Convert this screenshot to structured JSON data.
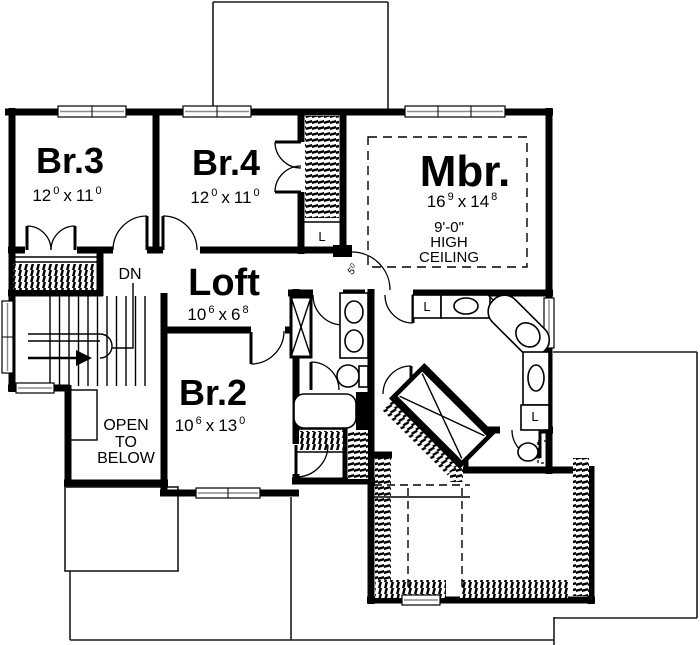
{
  "plan": {
    "title": "second-floor-plan",
    "rooms": {
      "br3": {
        "name": "Br.3",
        "dim_w": "12",
        "dim_w_sup": "0",
        "dim_sep": "x",
        "dim_h": "11",
        "dim_h_sup": "0"
      },
      "br4": {
        "name": "Br.4",
        "dim_w": "12",
        "dim_w_sup": "0",
        "dim_sep": "x",
        "dim_h": "11",
        "dim_h_sup": "0"
      },
      "mbr": {
        "name": "Mbr.",
        "dim_w": "16",
        "dim_w_sup": "9",
        "dim_sep": "x",
        "dim_h": "14",
        "dim_h_sup": "8",
        "ceiling_line1": "9'-0\"",
        "ceiling_line2": "HIGH",
        "ceiling_line3": "CEILING"
      },
      "loft": {
        "name": "Loft",
        "dim_w": "10",
        "dim_w_sup": "6",
        "dim_sep": "x",
        "dim_h": "6",
        "dim_h_sup": "8"
      },
      "br2": {
        "name": "Br.2",
        "dim_w": "10",
        "dim_w_sup": "6",
        "dim_sep": "x",
        "dim_h": "13",
        "dim_h_sup": "0"
      }
    },
    "labels": {
      "stairs_down": "DN",
      "open_below_1": "OPEN",
      "open_below_2": "TO",
      "open_below_3": "BELOW",
      "linen_hall": "L",
      "linen_master_top": "L",
      "linen_master_right": "L",
      "door_width": "5",
      "door_width_sup": "0"
    },
    "colors": {
      "wall": "#000000",
      "background": "#ffffff",
      "window_glass": "#8a8a8a"
    }
  }
}
